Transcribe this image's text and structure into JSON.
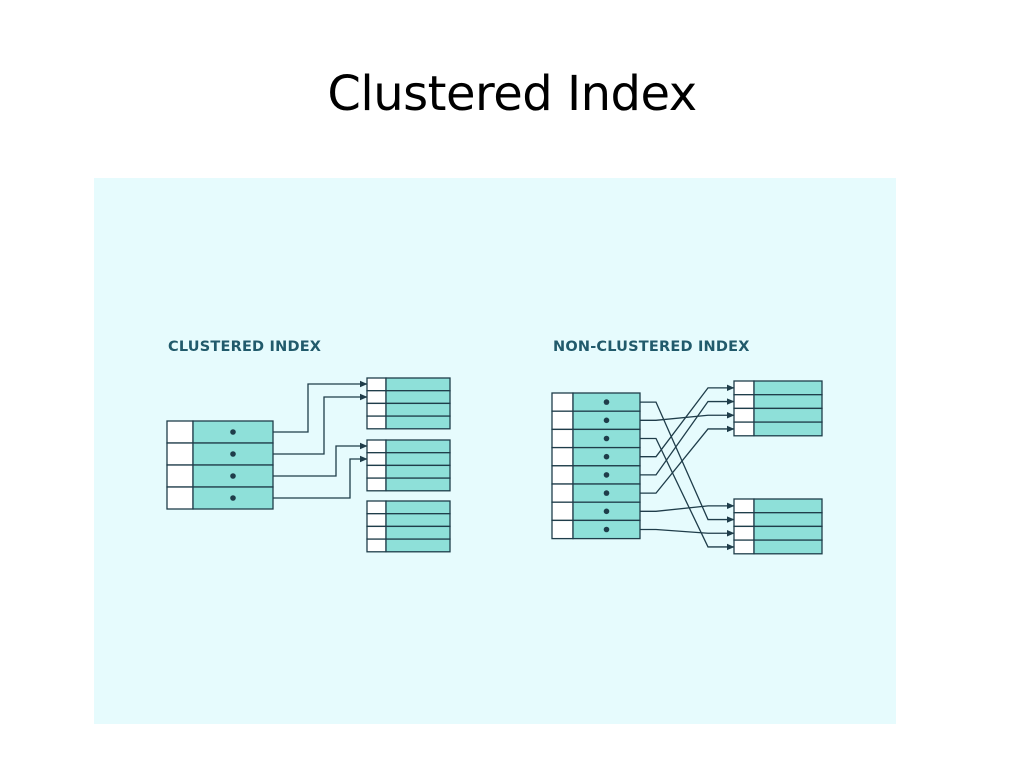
{
  "slide": {
    "title": "Clustered Index"
  },
  "diagram": {
    "clustered_caption": "CLUSTERED INDEX",
    "nonclustered_caption": "NON-CLUSTERED INDEX",
    "colors": {
      "background": "#e6fbfd",
      "cell_fill": "#8ee0d9",
      "cell_stroke": "#1f3d4a",
      "caption": "#215a6b",
      "arrow": "#1f3d4a"
    },
    "clustered": {
      "index_entries": 4,
      "data_pages": 3,
      "rows_per_page": 4
    },
    "nonclustered": {
      "index_entries": 8,
      "data_pages": 2,
      "rows_per_page": 4
    }
  }
}
